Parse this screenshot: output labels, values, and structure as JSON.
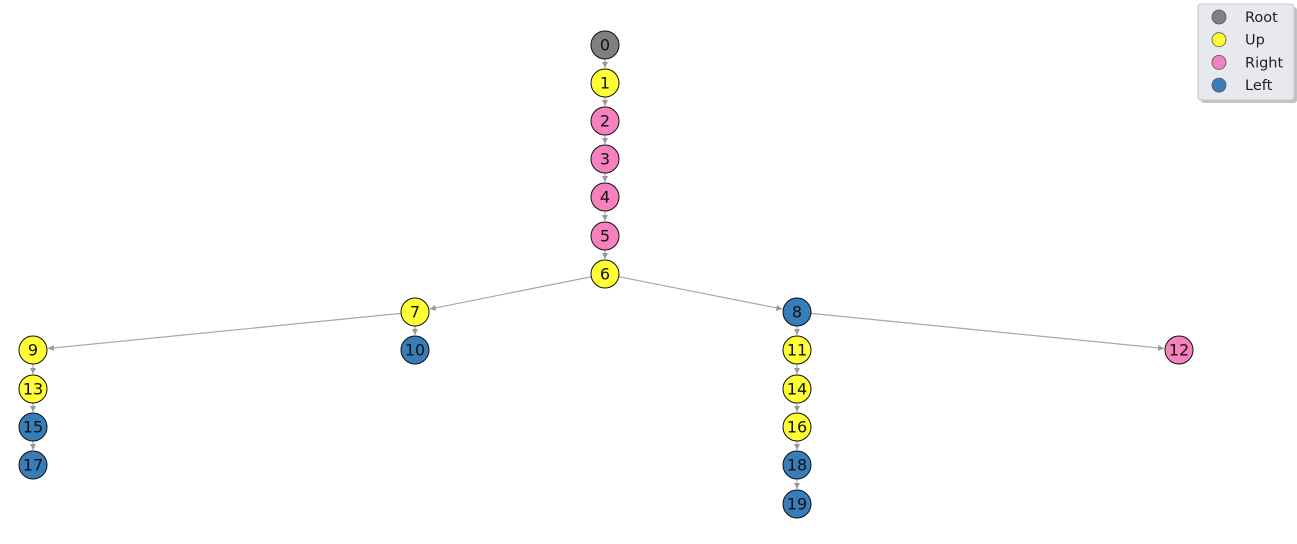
{
  "legend": {
    "items": [
      {
        "key": "root",
        "label": "Root",
        "color": "#808080"
      },
      {
        "key": "up",
        "label": "Up",
        "color": "#ffff33"
      },
      {
        "key": "right",
        "label": "Right",
        "color": "#f781bf"
      },
      {
        "key": "left",
        "label": "Left",
        "color": "#377eb8"
      }
    ]
  },
  "nodes": [
    {
      "id": 0,
      "label": "0",
      "type": "root"
    },
    {
      "id": 1,
      "label": "1",
      "type": "up"
    },
    {
      "id": 2,
      "label": "2",
      "type": "right"
    },
    {
      "id": 3,
      "label": "3",
      "type": "right"
    },
    {
      "id": 4,
      "label": "4",
      "type": "right"
    },
    {
      "id": 5,
      "label": "5",
      "type": "right"
    },
    {
      "id": 6,
      "label": "6",
      "type": "up"
    },
    {
      "id": 7,
      "label": "7",
      "type": "up"
    },
    {
      "id": 8,
      "label": "8",
      "type": "left"
    },
    {
      "id": 9,
      "label": "9",
      "type": "up"
    },
    {
      "id": 10,
      "label": "10",
      "type": "left"
    },
    {
      "id": 11,
      "label": "11",
      "type": "up"
    },
    {
      "id": 12,
      "label": "12",
      "type": "right"
    },
    {
      "id": 13,
      "label": "13",
      "type": "up"
    },
    {
      "id": 14,
      "label": "14",
      "type": "up"
    },
    {
      "id": 15,
      "label": "15",
      "type": "left"
    },
    {
      "id": 16,
      "label": "16",
      "type": "up"
    },
    {
      "id": 17,
      "label": "17",
      "type": "left"
    },
    {
      "id": 18,
      "label": "18",
      "type": "left"
    },
    {
      "id": 19,
      "label": "19",
      "type": "left"
    }
  ],
  "edges": [
    [
      0,
      1
    ],
    [
      1,
      2
    ],
    [
      2,
      3
    ],
    [
      3,
      4
    ],
    [
      4,
      5
    ],
    [
      5,
      6
    ],
    [
      6,
      7
    ],
    [
      6,
      8
    ],
    [
      7,
      9
    ],
    [
      7,
      10
    ],
    [
      8,
      11
    ],
    [
      8,
      12
    ],
    [
      9,
      13
    ],
    [
      11,
      14
    ],
    [
      13,
      15
    ],
    [
      14,
      16
    ],
    [
      15,
      17
    ],
    [
      16,
      18
    ],
    [
      18,
      19
    ]
  ],
  "colors": {
    "edge": "#a8a8a8",
    "node_stroke": "#111111",
    "legend_frame": "#c8c8c8",
    "legend_bg": "#e8e9ee"
  }
}
